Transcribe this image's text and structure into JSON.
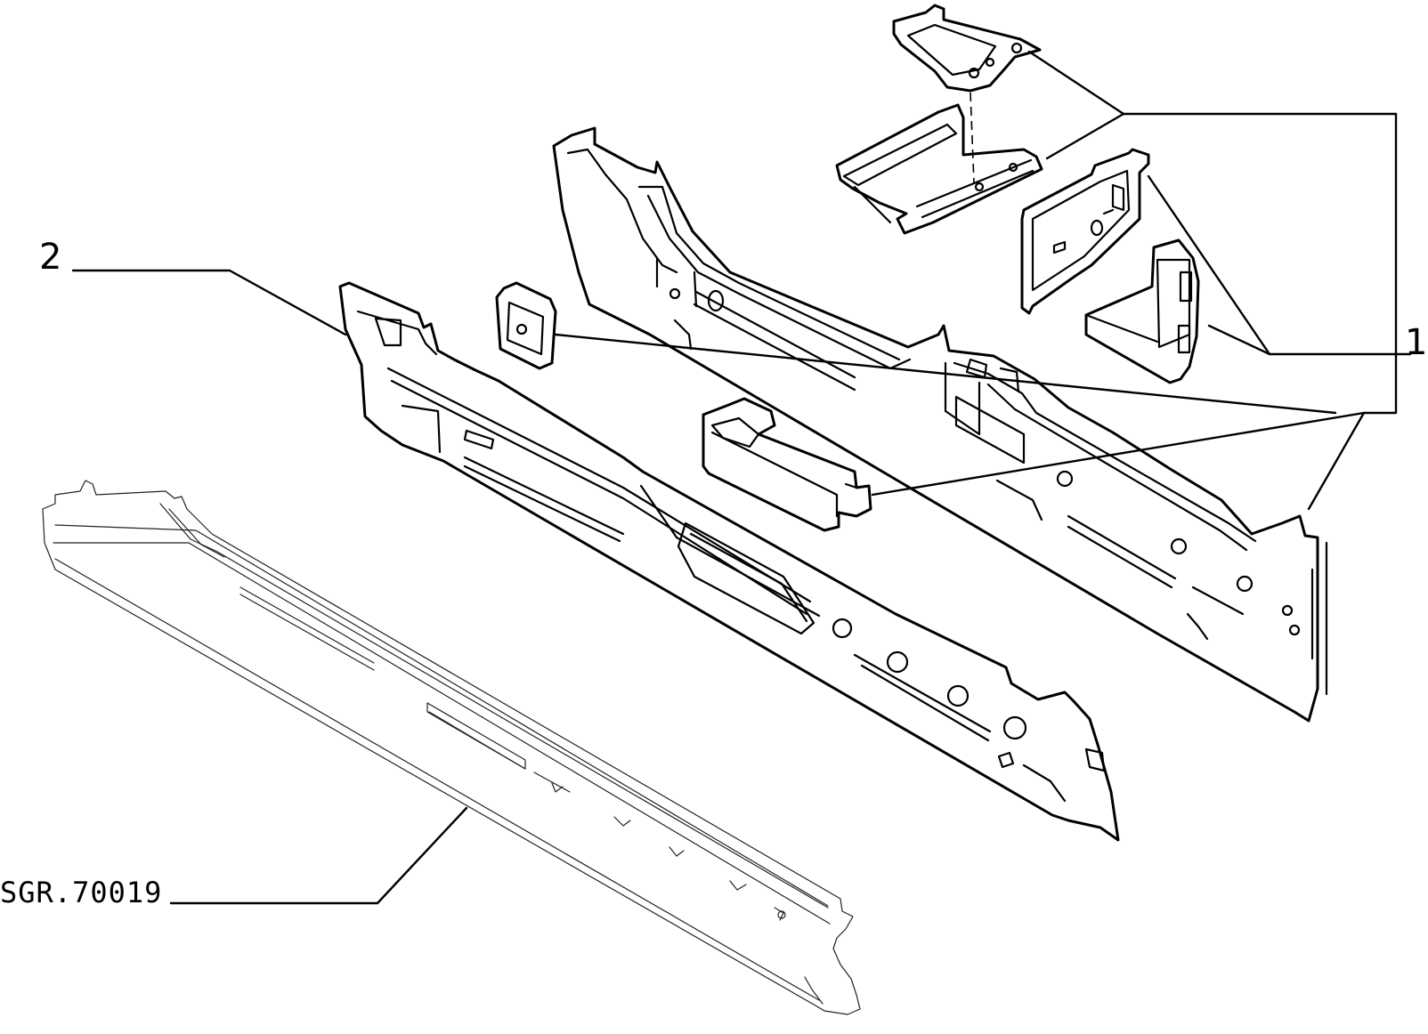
{
  "diagram": {
    "callouts": [
      {
        "id": "1",
        "label": "1"
      },
      {
        "id": "2",
        "label": "2"
      }
    ],
    "reference_code": "SGR.70019",
    "colors": {
      "line": "#000000",
      "background": "#ffffff"
    }
  }
}
